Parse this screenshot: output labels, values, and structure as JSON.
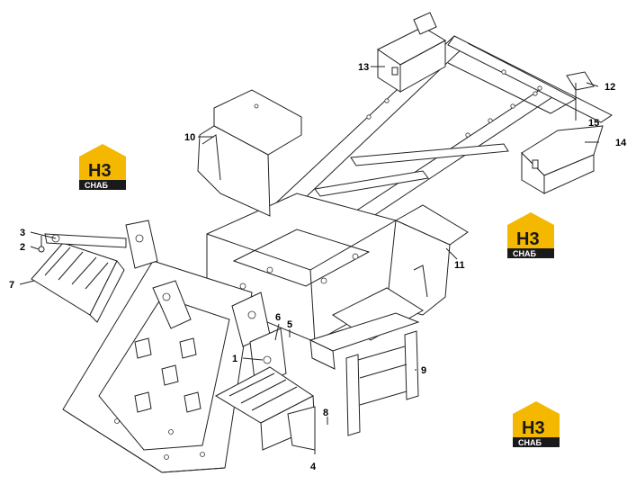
{
  "diagram": {
    "part_numbers": [
      "1",
      "2",
      "3",
      "4",
      "5",
      "6",
      "7",
      "8",
      "9",
      "10",
      "11",
      "12",
      "13",
      "14",
      "15"
    ]
  },
  "watermark": {
    "logo_letters": "H3",
    "logo_caption": "СНАБ",
    "colors": {
      "yellow": "#f5b800",
      "dark": "#1a1a1a"
    }
  }
}
